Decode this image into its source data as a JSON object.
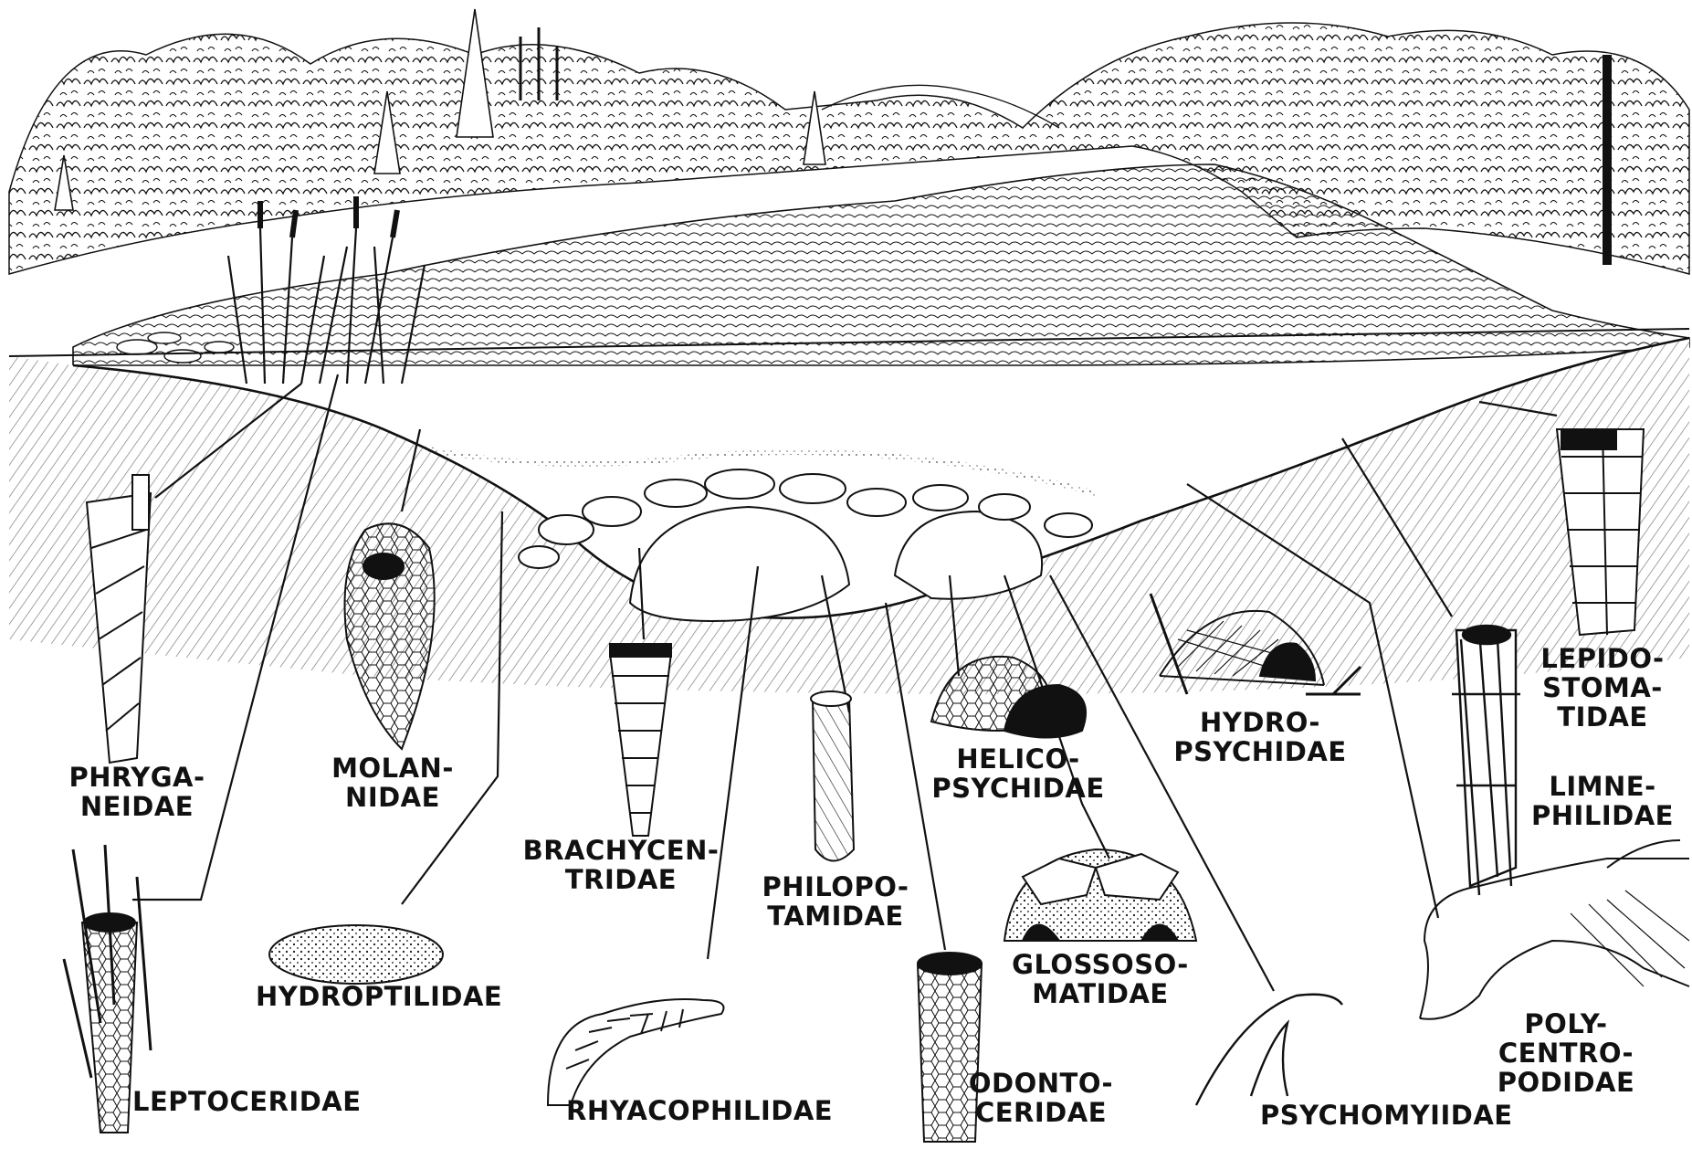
{
  "colors": {
    "ink": "#111111",
    "paper": "#ffffff",
    "shade": "#e9e9e9"
  },
  "labels": {
    "phryganeidae": [
      "PHRYGA-",
      "NEIDAE"
    ],
    "molannidae": [
      "MOLAN-",
      "NIDAE"
    ],
    "leptoceridae": [
      "LEPTOCERIDAE"
    ],
    "hydroptilidae": [
      "HYDROPTILIDAE"
    ],
    "brachycentridae": [
      "BRACHYCEN-",
      "TRIDAE"
    ],
    "rhyacophilidae": [
      "RHYACOPHILIDAE"
    ],
    "philopotamidae": [
      "PHILOPO-",
      "TAMIDAE"
    ],
    "odontoceridae": [
      "ODONTO-",
      "CERIDAE"
    ],
    "helicopsychidae": [
      "HELICO-",
      "PSYCHIDAE"
    ],
    "glossosomatidae": [
      "GLOSSOSO-",
      "MATIDAE"
    ],
    "hydropsychidae": [
      "HYDRO-",
      "PSYCHIDAE"
    ],
    "psychomyiidae": [
      "PSYCHOMYIIDAE"
    ],
    "lepidostomatidae": [
      "LEPIDO-",
      "STOMA-",
      "TIDAE"
    ],
    "limnephilidae": [
      "LIMNE-",
      "PHILIDAE"
    ],
    "polycentropodidae": [
      "POLY-",
      "CENTRO-",
      "PODIDAE"
    ]
  }
}
